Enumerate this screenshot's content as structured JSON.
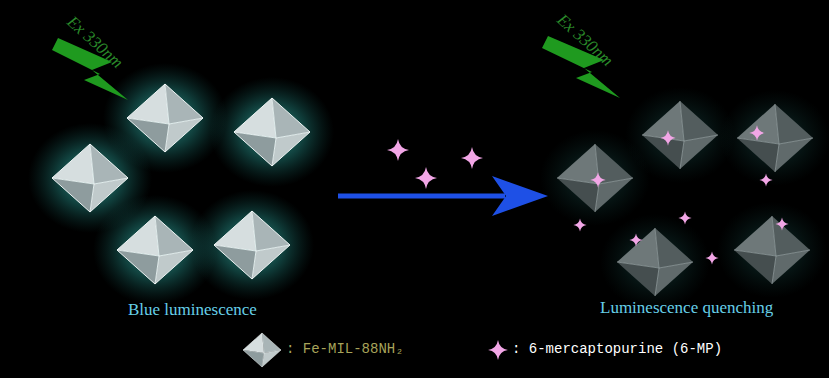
{
  "diagram": {
    "labels": [
      "Ex 330nm",
      "Ex 330nm",
      "Blue luminescence",
      "Luminescence quenching"
    ],
    "legend": [
      {
        "text": ": Fe-MIL-88NH₂"
      },
      {
        "text": ": 6-mercaptopurine (6-MP)"
      }
    ]
  }
}
